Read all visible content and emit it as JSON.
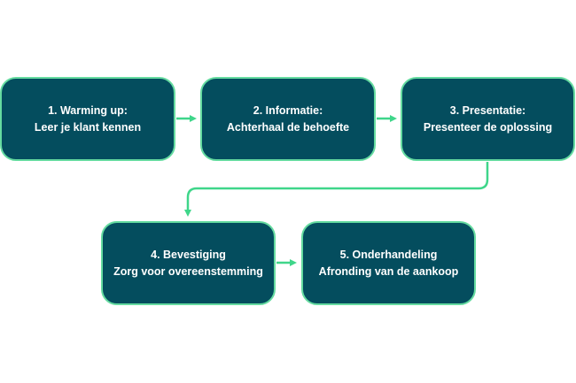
{
  "colors": {
    "box_fill": "#044d5e",
    "box_border": "#65dba0",
    "arrow": "#3fd68a",
    "text": "#ffffff",
    "background": "#ffffff"
  },
  "steps": [
    {
      "title": "1. Warming up:",
      "subtitle": "Leer je klant kennen"
    },
    {
      "title": "2. Informatie:",
      "subtitle": "Achterhaal de behoefte"
    },
    {
      "title": "3. Presentatie:",
      "subtitle": "Presenteer de oplossing"
    },
    {
      "title": "4. Bevestiging",
      "subtitle": "Zorg voor overeenstemming"
    },
    {
      "title": "5. Onderhandeling",
      "subtitle": "Afronding van de aankoop"
    }
  ]
}
